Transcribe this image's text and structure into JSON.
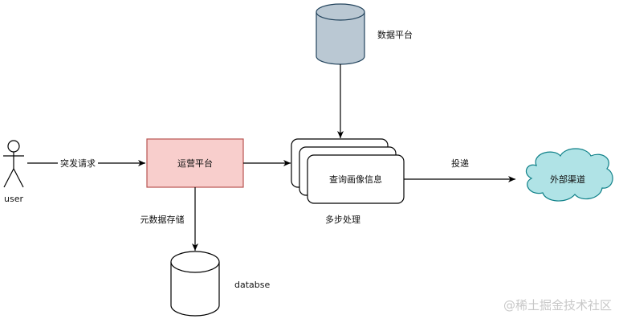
{
  "diagram": {
    "nodes": {
      "user": {
        "label": "user",
        "shape": "actor"
      },
      "ops_platform": {
        "label": "运营平台",
        "shape": "rectangle",
        "fill": "#f8cecc",
        "stroke": "#b85450"
      },
      "data_platform": {
        "label": "数据平台",
        "shape": "cylinder",
        "fill": "#bac8d3",
        "stroke": "#23445d"
      },
      "query_profile": {
        "label": "查询画像信息",
        "shape": "stacked-rounded-rectangles",
        "fill": "#ffffff",
        "stroke": "#000000"
      },
      "external_channel": {
        "label": "外部渠道",
        "shape": "cloud",
        "fill": "#b0e3e6",
        "stroke": "#0e8088"
      },
      "database": {
        "label": "databse",
        "shape": "cylinder",
        "fill": "#ffffff",
        "stroke": "#000000"
      }
    },
    "edges": [
      {
        "from": "user",
        "to": "ops_platform",
        "label": "突发请求"
      },
      {
        "from": "ops_platform",
        "to": "query_profile",
        "label": ""
      },
      {
        "from": "data_platform",
        "to": "query_profile",
        "label": ""
      },
      {
        "from": "query_profile",
        "to": "external_channel",
        "label": "投递"
      },
      {
        "from": "ops_platform",
        "to": "database",
        "label": "元数据存储"
      }
    ],
    "annotations": {
      "multi_step": "多步处理"
    }
  },
  "watermark": "@稀土掘金技术社区"
}
